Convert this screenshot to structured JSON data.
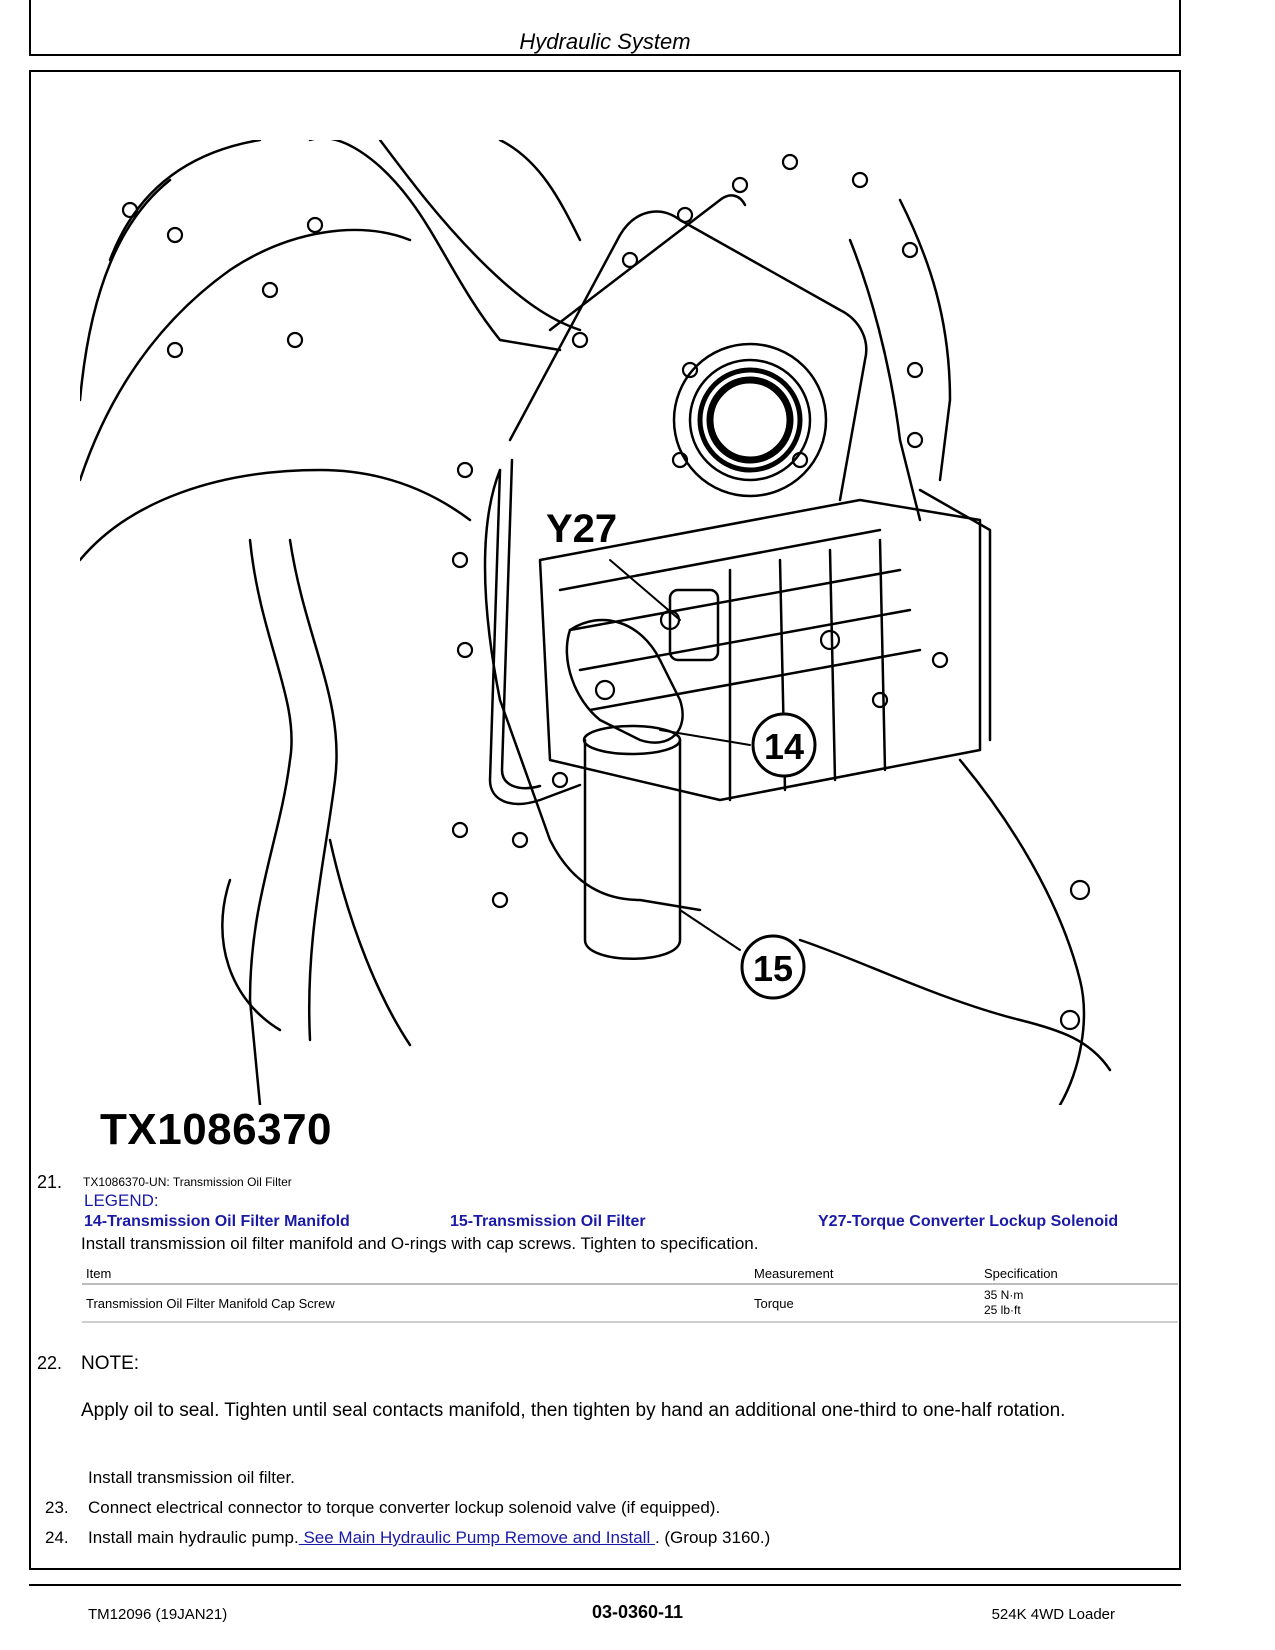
{
  "header": {
    "title": "Hydraulic System"
  },
  "figure": {
    "id_label": "TX1086370",
    "callouts": {
      "y27": "Y27",
      "c14": "14",
      "c15": "15"
    }
  },
  "step21": {
    "number": "21.",
    "caption": "TX1086370-UN: Transmission Oil Filter",
    "legend_title": "LEGEND:",
    "legend": [
      "14-Transmission Oil Filter Manifold",
      "15-Transmission Oil Filter",
      "Y27-Torque Converter Lockup Solenoid"
    ],
    "instruction": "Install transmission oil filter manifold and O-rings with cap screws. Tighten to specification.",
    "table": {
      "headers": [
        "Item",
        "Measurement",
        "Specification"
      ],
      "rows": [
        {
          "item": "Transmission Oil Filter Manifold Cap Screw",
          "measurement": "Torque",
          "spec_1": "35 N·m",
          "spec_2": "25 lb·ft"
        }
      ]
    }
  },
  "step22": {
    "number": "22.",
    "note": "NOTE:",
    "note_text": "Apply oil to seal. Tighten until seal contacts manifold, then tighten by hand an additional one-third to one-half rotation.",
    "instruction": "Install transmission oil filter."
  },
  "step23": {
    "number": "23.",
    "text": "Connect electrical connector to torque converter lockup solenoid valve (if equipped)."
  },
  "step24": {
    "number": "24.",
    "text_before": "Install main hydraulic pump.",
    "link": " See Main Hydraulic Pump Remove and Install ",
    "text_after": ". (Group 3160.)"
  },
  "footer": {
    "left": "TM12096 (19JAN21)",
    "center": "03-0360-11",
    "right": "524K 4WD Loader"
  }
}
